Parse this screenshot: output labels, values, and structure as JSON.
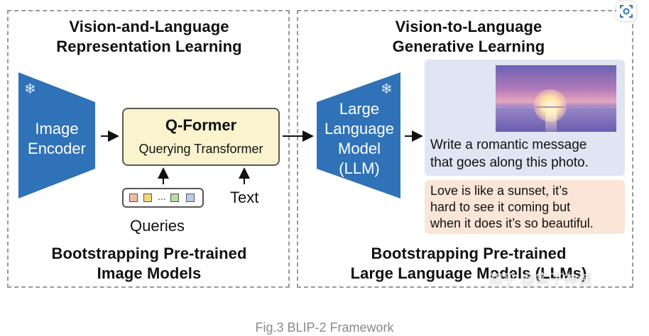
{
  "left_panel": {
    "heading_line1": "Vision-and-Language",
    "heading_line2": "Representation Learning",
    "encoder_line1": "Image",
    "encoder_line2": "Encoder",
    "qformer_title": "Q-Former",
    "qformer_subtitle": "Querying Transformer",
    "text_label": "Text",
    "queries_label": "Queries",
    "queries_ellipsis": "...",
    "query_colors": [
      "#f2b8a8",
      "#f5d77a",
      "#b8dba0",
      "#b7cde9"
    ],
    "footer_line1": "Bootstrapping Pre-trained",
    "footer_line2": "Image Models"
  },
  "right_panel": {
    "heading_line1": "Vision-to-Language",
    "heading_line2": "Generative Learning",
    "llm_line1": "Large",
    "llm_line2": "Language",
    "llm_line3": "Model",
    "llm_line4": "(LLM)",
    "prompt_line1": "Write a romantic message",
    "prompt_line2": "that goes along this photo.",
    "answer_line1": "Love is like a sunset, it’s",
    "answer_line2": "hard to see it coming but",
    "answer_line3": "when it does it’s so beautiful.",
    "footer_line1": "Bootstrapping Pre-trained",
    "footer_line2": "Large Language Models (LLMs)"
  },
  "frozen_icon": "snowflake-icon",
  "colors": {
    "encoder_blue": "#2f72b7",
    "qformer_fill": "#fbf3cd",
    "prompt_fill": "#dfe5f3",
    "answer_fill": "#fae5d6"
  },
  "watermark": "知乎 @实干神侠",
  "caption": "Fig.3 BLIP-2 Framework"
}
